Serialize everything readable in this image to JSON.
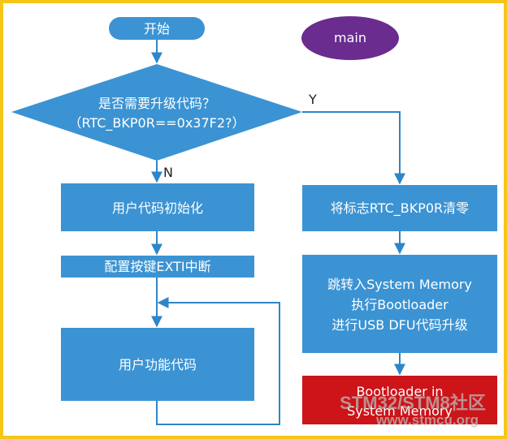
{
  "colors": {
    "border": "#f5c518",
    "box": "#3b93d3",
    "box_border": "#2f7fba",
    "arrow": "#2e86c8",
    "main_oval": "#6a2c8f",
    "memory_box": "#cc1419",
    "watermark": "#b9b9b9"
  },
  "main_label": "main",
  "start_label": "开始",
  "decision": {
    "line1": "是否需要升级代码？",
    "line2": "（RTC_BKP0R==0x37F2?）",
    "yes_label": "Y",
    "no_label": "N"
  },
  "left_branch": {
    "init_label": "用户代码初始化",
    "exti_label": "配置按键EXTI中断",
    "function_label": "用户功能代码"
  },
  "right_branch": {
    "clear_label": "将标志RTC_BKP0R清零",
    "jump_line1": "跳转入System Memory",
    "jump_line2": "执行Bootloader",
    "jump_line3": "进行USB  DFU代码升级",
    "memory_line1": "Bootloader in",
    "memory_line2": "System Memory"
  },
  "watermark": {
    "line1": "STM32/STM8社区",
    "line2": "www.stmcu.org"
  }
}
